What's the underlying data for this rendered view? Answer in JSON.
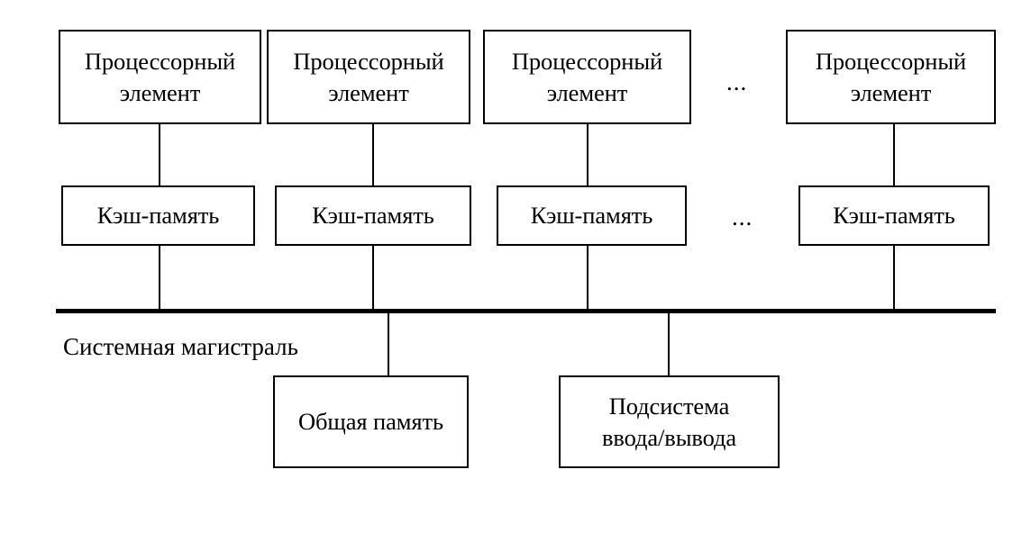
{
  "diagram": {
    "title_text_visible": false,
    "background_color": "#ffffff",
    "stroke_color": "#000000",
    "processor_row": {
      "boxes": [
        {
          "line1": "Процессорный",
          "line2": "элемент"
        },
        {
          "line1": "Процессорный",
          "line2": "элемент"
        },
        {
          "line1": "Процессорный",
          "line2": "элемент"
        },
        {
          "line1": "Процессорный",
          "line2": "элемент"
        }
      ],
      "ellipsis": "..."
    },
    "cache_row": {
      "boxes": [
        {
          "line1": "Кэш-память"
        },
        {
          "line1": "Кэш-память"
        },
        {
          "line1": "Кэш-память"
        },
        {
          "line1": "Кэш-память"
        }
      ],
      "ellipsis": "..."
    },
    "bus": {
      "label": "Системная магистраль"
    },
    "bottom_row": {
      "boxes": [
        {
          "line1": "Общая память",
          "line2": ""
        },
        {
          "line1": "Подсистема",
          "line2": "ввода/вывода"
        }
      ]
    }
  }
}
